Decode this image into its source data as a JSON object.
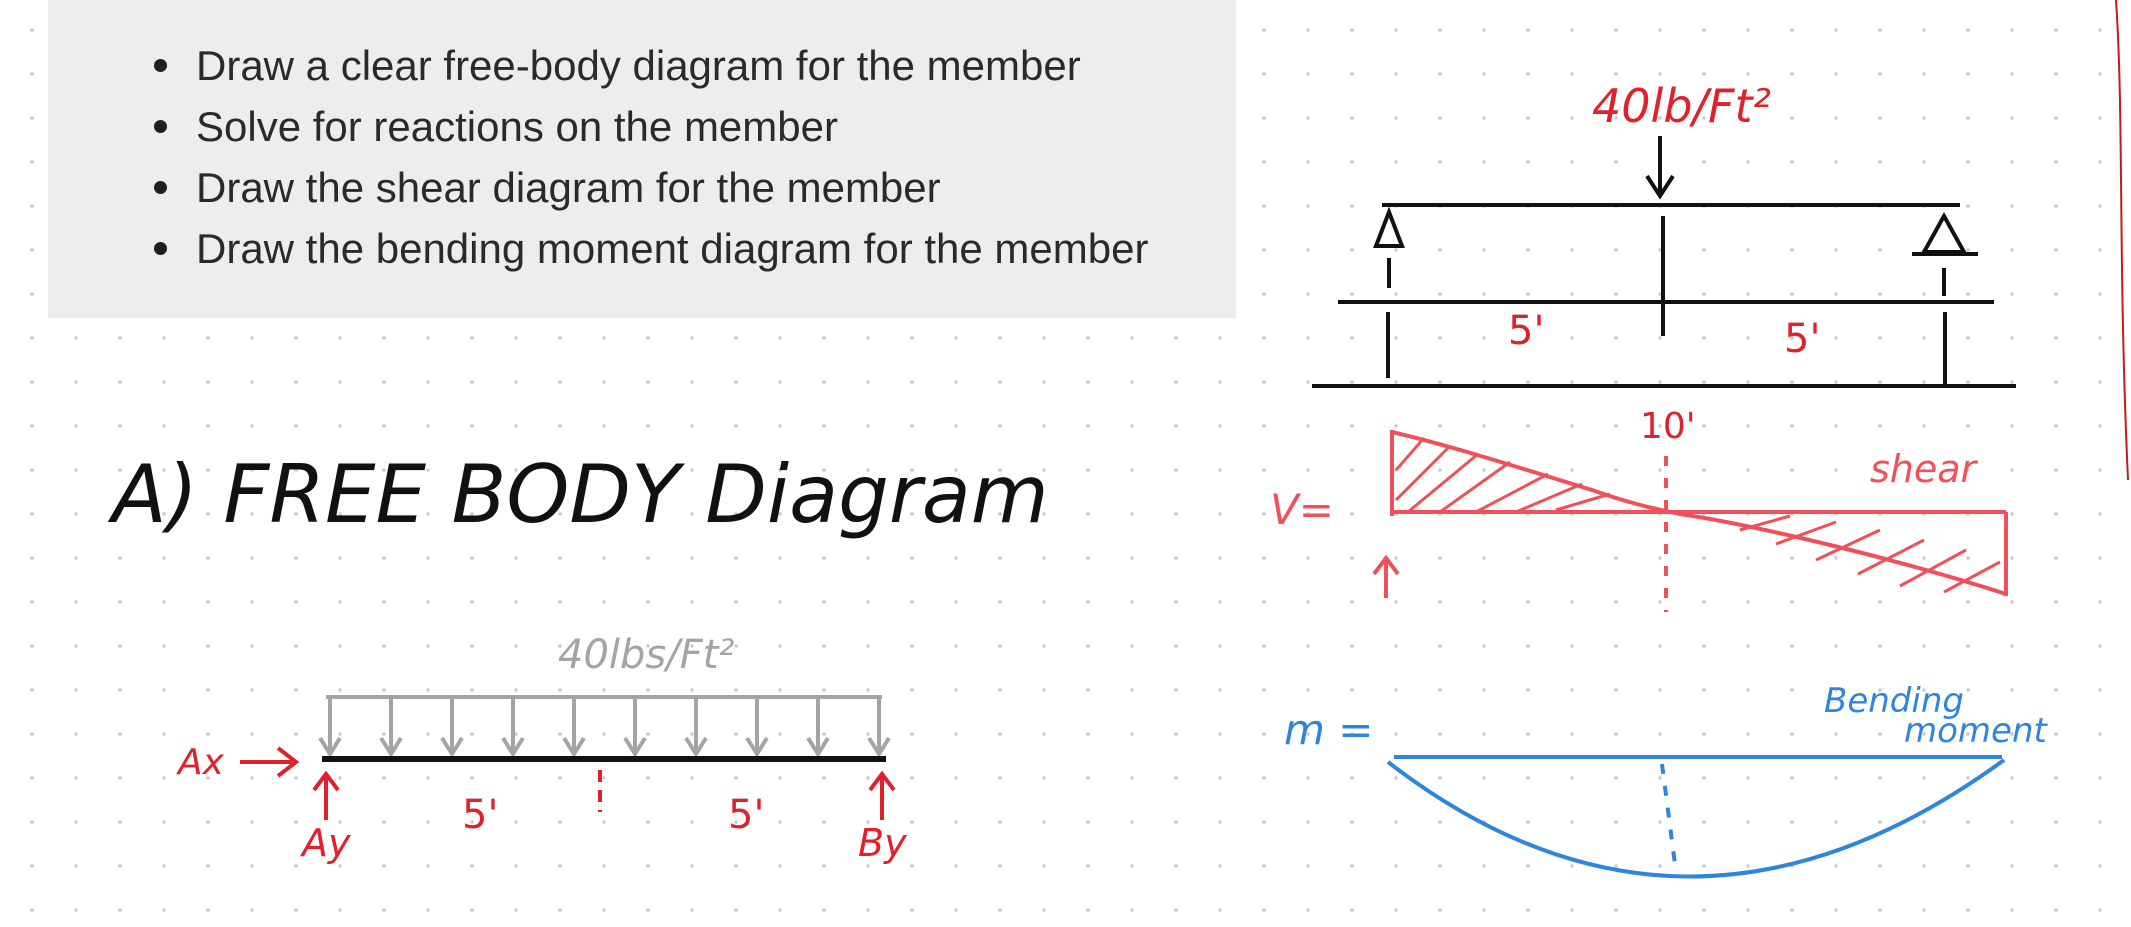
{
  "tasks": [
    "Draw a clear free-body diagram for the member",
    "Solve for reactions on the member",
    "Draw the shear diagram for the member",
    "Draw the bending moment diagram for the member"
  ],
  "section_heading": "A) FREE BODY Diagram",
  "fbd": {
    "load_label": "40lbs/Ft²",
    "ax_label": "Ax",
    "ay_label": "Ay",
    "by_label": "By",
    "left_span": "5'",
    "right_span": "5'"
  },
  "beam": {
    "load_label": "40lb/Ft²",
    "left_span": "5'",
    "right_span": "5'",
    "total_length": "10'"
  },
  "shear": {
    "v_label": "V=",
    "shear_label": "shear"
  },
  "moment": {
    "m_label": "m =",
    "bending_label_1": "Bending",
    "bending_label_2": "moment"
  },
  "colors": {
    "ink": "#111111",
    "red": "#e0202b",
    "gray": "#a4a4a4",
    "shear_red": "#f0505a",
    "blue": "#2e86dc"
  }
}
